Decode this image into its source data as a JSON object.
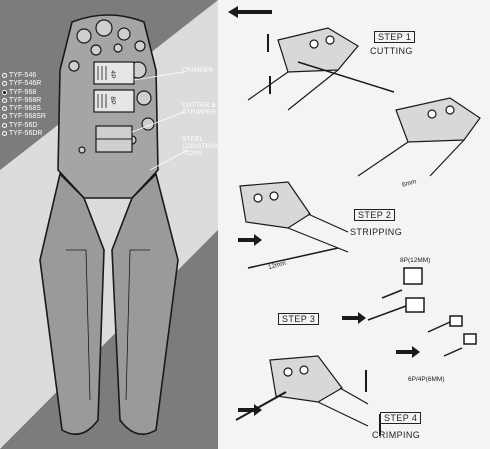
{
  "models": [
    {
      "label": "TYF-546",
      "selected": false
    },
    {
      "label": "TYF-546R",
      "selected": false
    },
    {
      "label": "TYF-568",
      "selected": true
    },
    {
      "label": "TYF-568R",
      "selected": false
    },
    {
      "label": "TYF-568S",
      "selected": false
    },
    {
      "label": "TYF-568SR",
      "selected": false
    },
    {
      "label": "TYF-56D",
      "selected": false
    },
    {
      "label": "TYF-56DR",
      "selected": false
    }
  ],
  "parts": {
    "crimper": "CRIMPER",
    "cutter": "CUTTER &\nSTRIPPER",
    "steel": "STEEL\nCONSTRUC-\nTIONS"
  },
  "die_marks": {
    "a": "4P",
    "b": "8P"
  },
  "steps": {
    "step1": {
      "label": "STEP 1",
      "caption": "CUTTING"
    },
    "step2": {
      "label": "STEP 2",
      "caption": "STRIPPING"
    },
    "step3": {
      "label": "STEP 3"
    },
    "step4": {
      "label": "STEP 4",
      "caption": "CRIMPING"
    }
  },
  "measurements": {
    "strip_a": "6mm",
    "strip_b": "12mm"
  },
  "connectors": {
    "big": "8P(12MM)",
    "small": "6P/4P(6MM)"
  },
  "colors": {
    "left_bg": "#8a8a8a",
    "white_band": "#dedede",
    "tool_fill": "#9a9a9a",
    "line": "#1a1a1a",
    "right_bg": "#f4f4f4"
  }
}
